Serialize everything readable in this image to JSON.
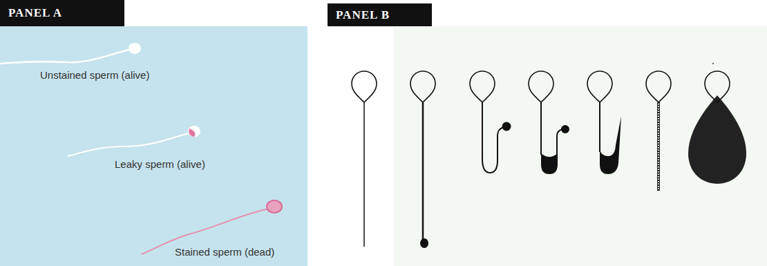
{
  "diagram": {
    "nodes": [
      {
        "text": [
          "PANEL A"
        ]
      },
      {
        "text": [
          "PANEL B"
        ]
      }
    ],
    "labels": [
      "Unstained sperm (alive)",
      "Leaky sperm (alive)",
      "Stained sperm (dead)"
    ]
  }
}
